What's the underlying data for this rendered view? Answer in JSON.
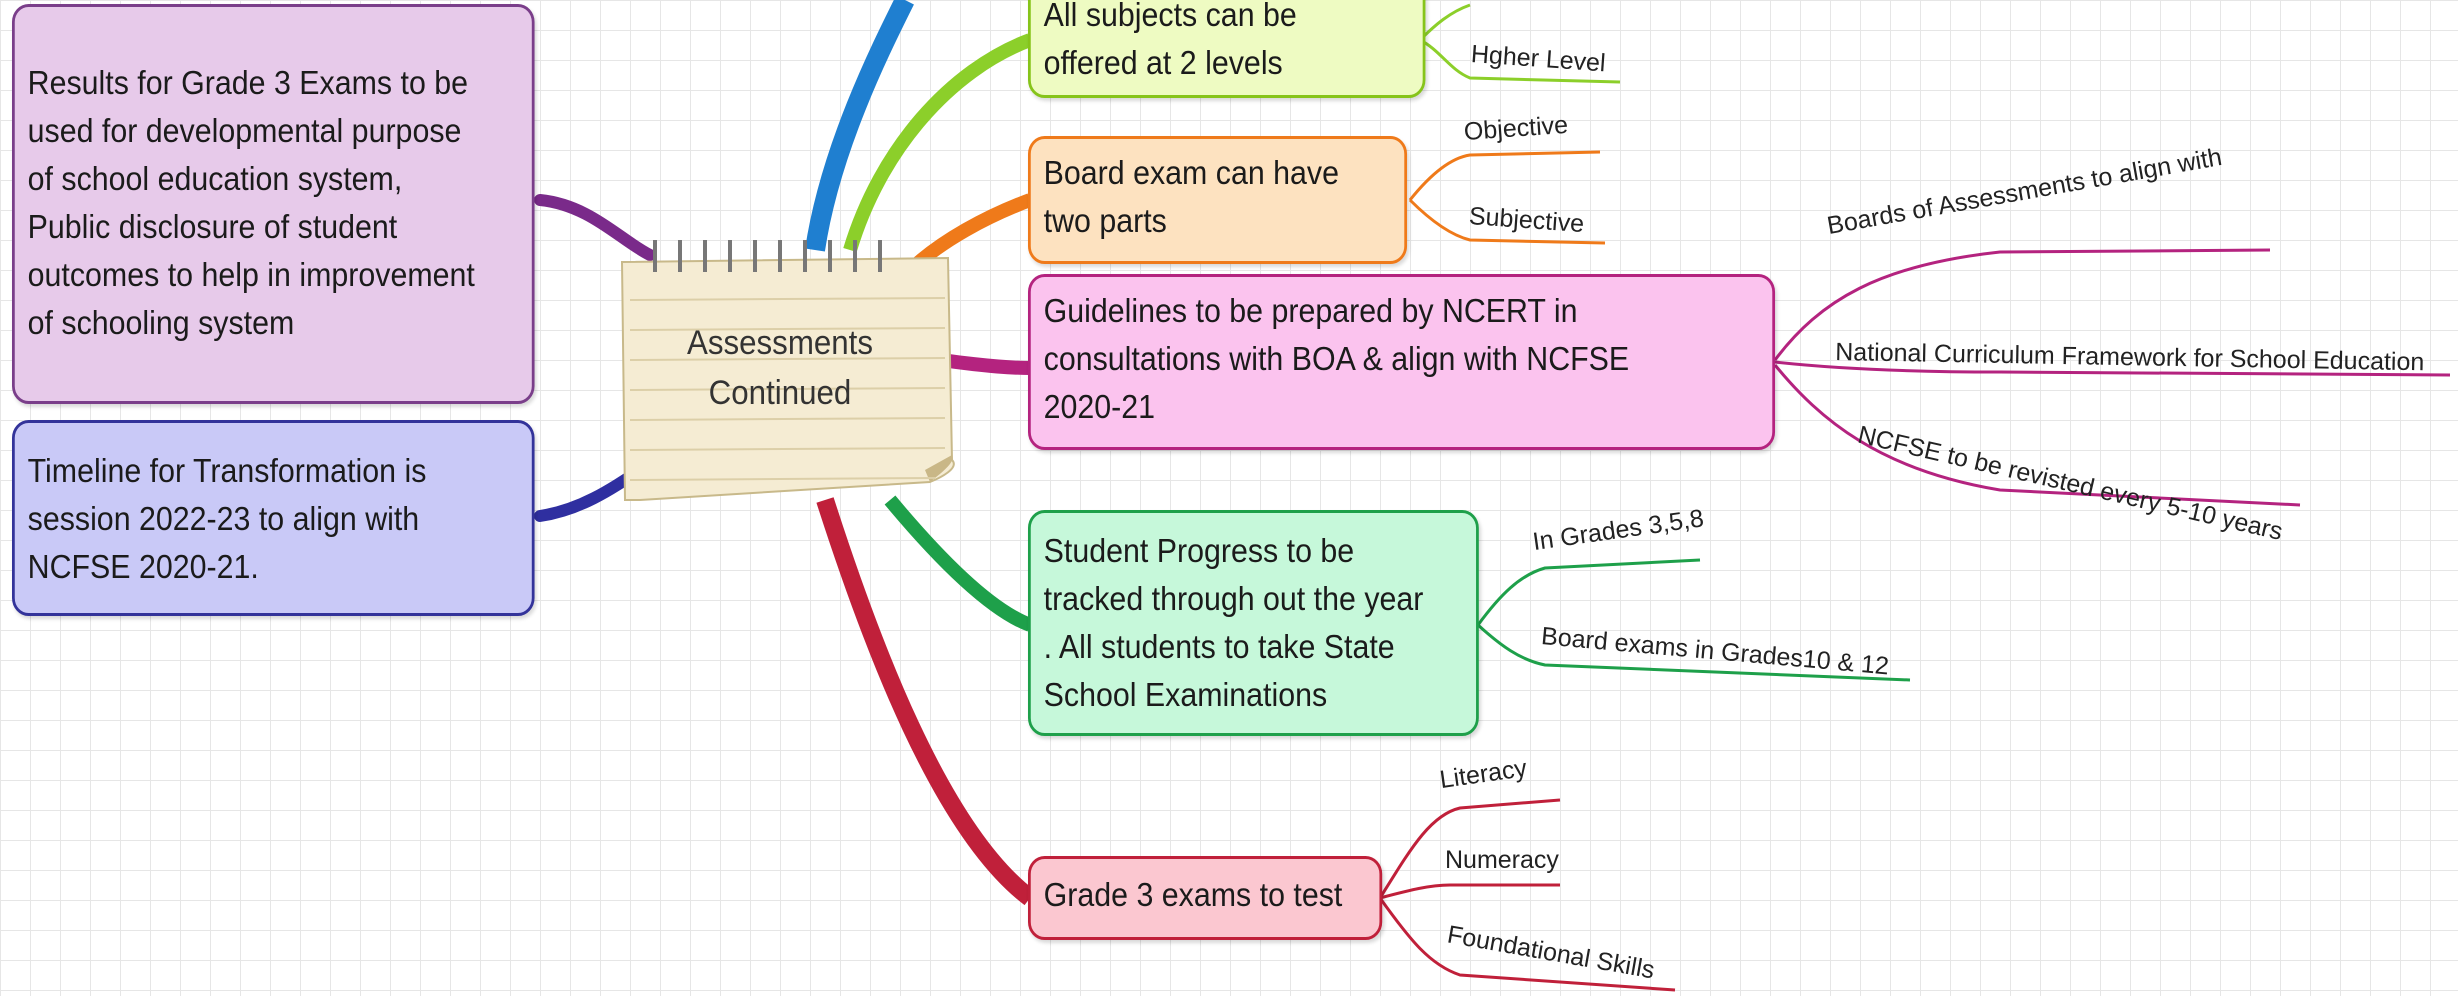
{
  "central": {
    "title": "Assessments\nContinued"
  },
  "left_nodes": [
    {
      "text": "Results for Grade 3 Exams to be\nused for developmental purpose\nof school education system,\nPublic disclosure of student\noutcomes to help in improvement\nof schooling system",
      "fill": "#e7caea",
      "border": "#7a3e8a"
    },
    {
      "text": "Timeline for Transformation is\nsession 2022-23 to align with\nNCFSE 2020-21.",
      "fill": "#c9c9f7",
      "border": "#33339a"
    }
  ],
  "right_nodes": [
    {
      "text": "All subjects can be\noffered at 2 levels",
      "fill": "#eefbc2",
      "border": "#86c41a",
      "leaves": [
        "Hgher Level"
      ]
    },
    {
      "text": "Board exam can have\ntwo parts",
      "fill": "#fde2c0",
      "border": "#ef7a1a",
      "leaves": [
        "Objective",
        "Subjective"
      ]
    },
    {
      "text": "Guidelines to be prepared by NCERT in\nconsultations with BOA & align with NCFSE\n2020-21",
      "fill": "#fbc3ee",
      "border": "#b4237f",
      "leaves": [
        "Boards of Assessments to align with",
        "National Curriculum Framework for School Education",
        "NCFSE to be revisted every 5-10 years"
      ]
    },
    {
      "text": "Student Progress to be\ntracked through out the year\n. All students to take State\nSchool Examinations",
      "fill": "#c6f8da",
      "border": "#1ea04a",
      "leaves": [
        "In Grades 3,5,8",
        "Board exams in Grades10 & 12"
      ]
    },
    {
      "text": "Grade 3 exams to test",
      "fill": "#fbc7d0",
      "border": "#c0203a",
      "leaves": [
        "Literacy",
        "Numeracy",
        "Foundational Skills"
      ]
    }
  ]
}
